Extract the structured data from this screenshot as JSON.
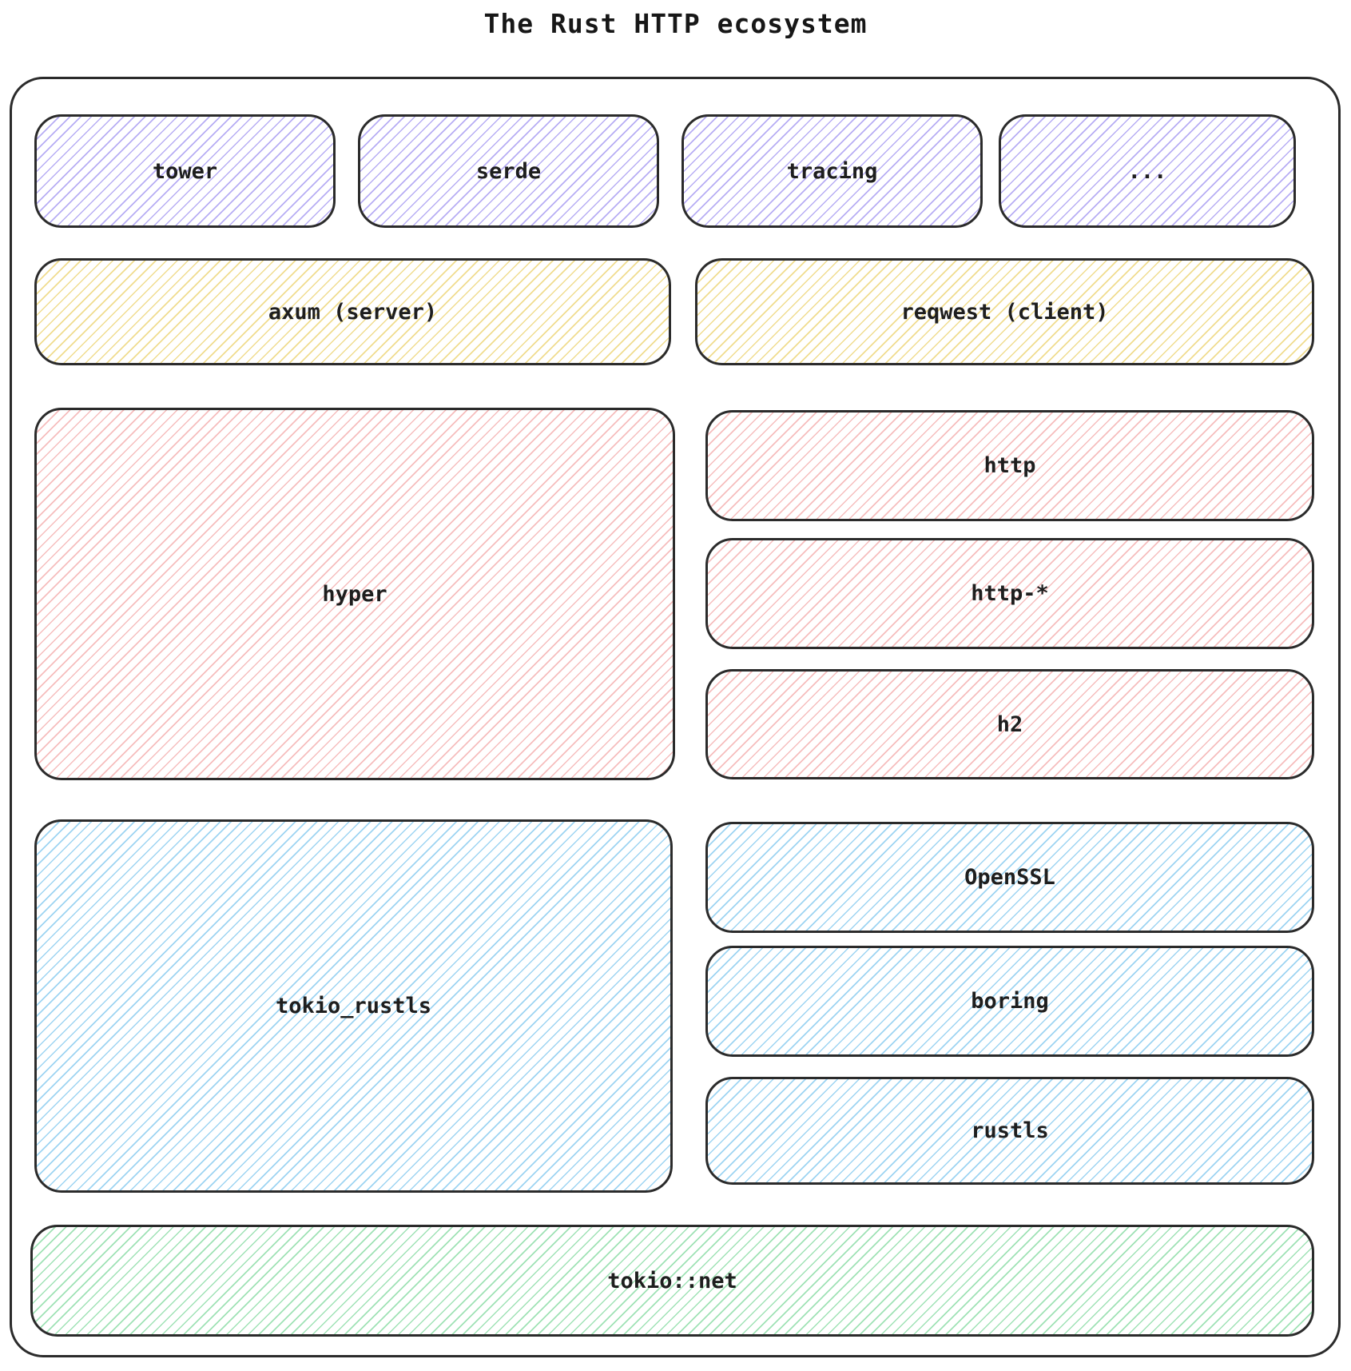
{
  "title": "The Rust HTTP ecosystem",
  "colors": {
    "stroke": "#2b2b2b",
    "text": "#1e1e1e",
    "purple_hatch": "#b7adf4",
    "yellow_hatch": "#f0dc8e",
    "red_hatch": "#f6bdbd",
    "blue_hatch": "#9dd4f2",
    "green_hatch": "#9fe2b5"
  },
  "boxes": {
    "tower": "tower",
    "serde": "serde",
    "tracing": "tracing",
    "ellipsis": "...",
    "axum": "axum (server)",
    "reqwest": "reqwest (client)",
    "hyper": "hyper",
    "http": "http",
    "http_star": "http-*",
    "h2": "h2",
    "tokio_rustls": "tokio_rustls",
    "openssl": "OpenSSL",
    "boring": "boring",
    "rustls": "rustls",
    "tokio_net": "tokio::net"
  }
}
